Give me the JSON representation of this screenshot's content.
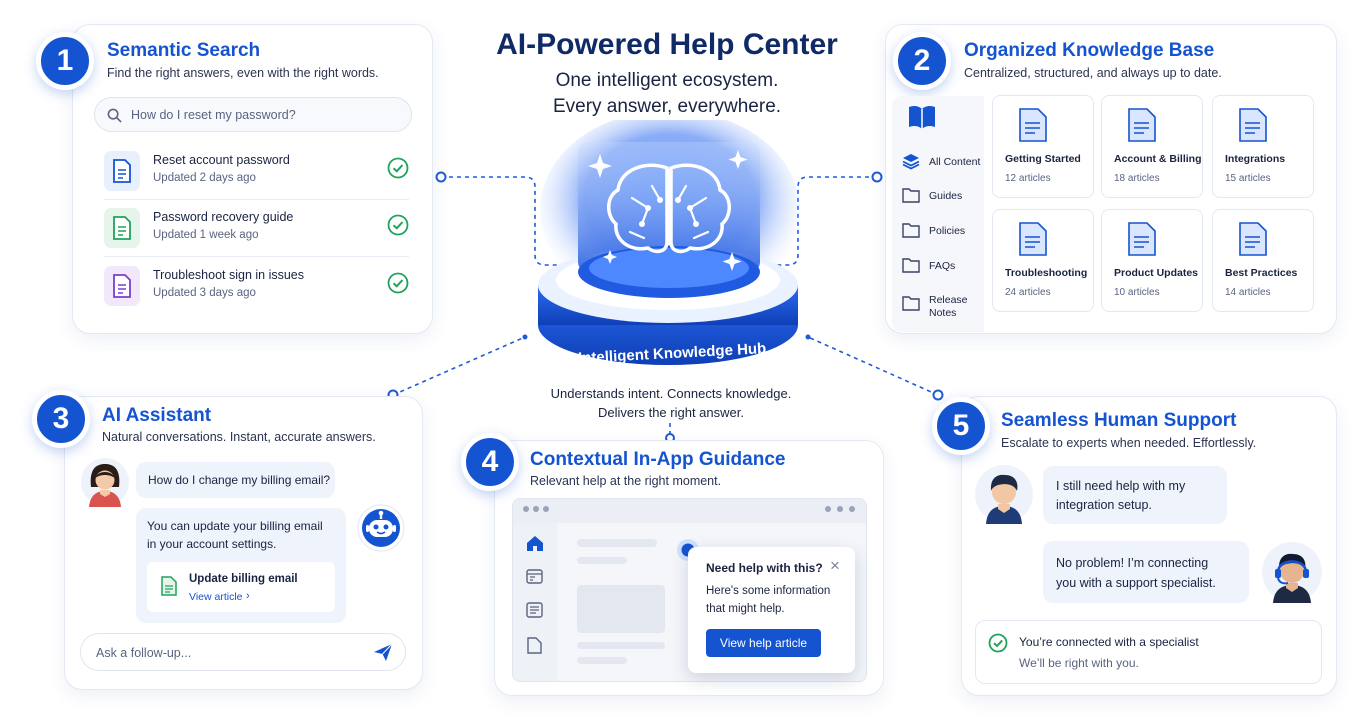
{
  "header": {
    "title": "AI-Powered Help Center",
    "tagline_1": "One intelligent ecosystem.",
    "tagline_2": "Every answer, everywhere."
  },
  "hub": {
    "label": "Intelligent Knowledge Hub",
    "caption_1": "Understands intent. Connects knowledge.",
    "caption_2": "Delivers the right answer."
  },
  "semantic_search": {
    "number": "1",
    "title": "Semantic Search",
    "subtitle": "Find the right answers, even with the right words.",
    "search_placeholder": "How do I reset my password?",
    "results": [
      {
        "title": "Reset account password",
        "meta": "Updated 2 days ago",
        "color": "#1554d1"
      },
      {
        "title": "Password recovery guide",
        "meta": "Updated 1 week ago",
        "color": "#1fa35a"
      },
      {
        "title": "Troubleshoot sign in issues",
        "meta": "Updated 3 days ago",
        "color": "#7a3fd0"
      }
    ]
  },
  "knowledge_base": {
    "number": "2",
    "title": "Organized Knowledge Base",
    "subtitle": "Centralized, structured, and always up to date.",
    "sidebar": [
      "All Content",
      "Guides",
      "Policies",
      "FAQs",
      "Release",
      "Notes"
    ],
    "tiles": [
      {
        "name": "Getting Started",
        "count": "12 articles"
      },
      {
        "name": "Account & Billing",
        "count": "18 articles"
      },
      {
        "name": "Integrations",
        "count": "15 articles"
      },
      {
        "name": "Troubleshooting",
        "count": "24 articles"
      },
      {
        "name": "Product Updates",
        "count": "10 articles"
      },
      {
        "name": "Best Practices",
        "count": "14 articles"
      }
    ]
  },
  "ai_assistant": {
    "number": "3",
    "title": "AI Assistant",
    "subtitle": "Natural conversations. Instant, accurate answers.",
    "user_message": "How do I change my billing email?",
    "bot_message_1": "You can update your billing email",
    "bot_message_2": "in your account settings.",
    "article_title": "Update billing email",
    "article_link": "View article",
    "followup_placeholder": "Ask a follow-up..."
  },
  "in_app_guidance": {
    "number": "4",
    "title": "Contextual In-App Guidance",
    "subtitle": "Relevant help at the right moment.",
    "popover_title": "Need help with this?",
    "popover_body_1": "Here's some information",
    "popover_body_2": "that might help.",
    "popover_button": "View help article"
  },
  "human_support": {
    "number": "5",
    "title": "Seamless Human Support",
    "subtitle": "Escalate to experts when needed. Effortlessly.",
    "user_message_1": "I still need help with my",
    "user_message_2": "integration setup.",
    "agent_message_1": "No problem! I’m connecting",
    "agent_message_2": "you with a support specialist.",
    "status_title": "You’re connected with a specialist",
    "status_body": "We’ll be right with you."
  },
  "colors": {
    "accent": "#1554d1",
    "success": "#1fa35a",
    "purple": "#7a3fd0"
  }
}
